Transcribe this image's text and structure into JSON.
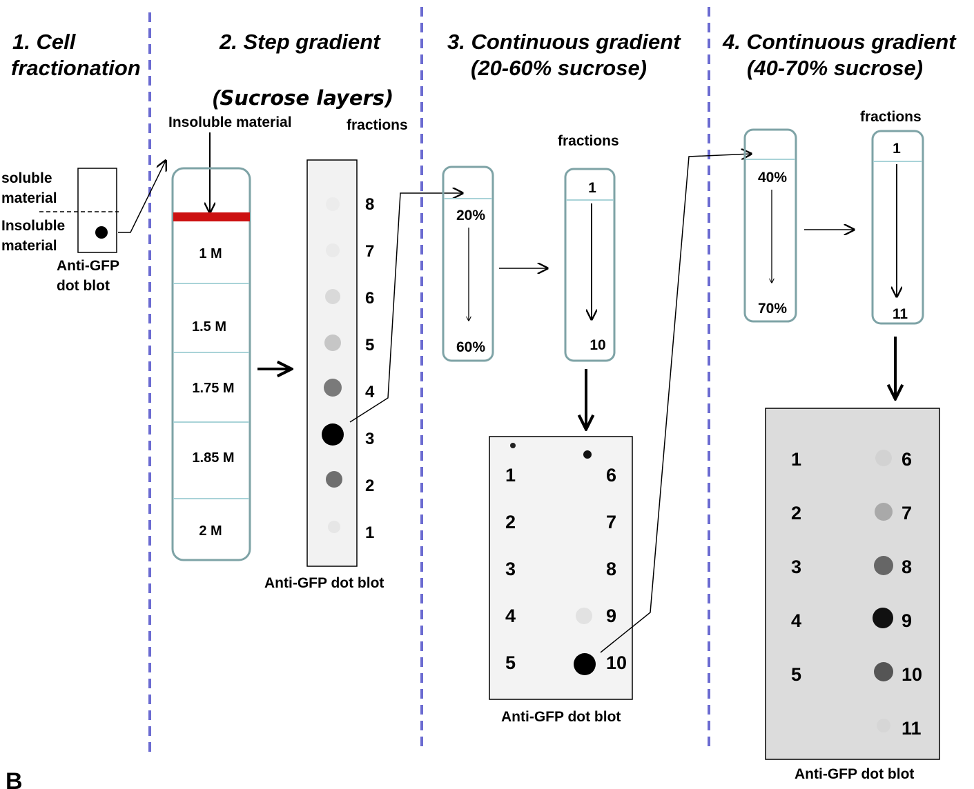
{
  "sections": [
    {
      "title_line1": "1.   Cell",
      "title_line2": "fractionation"
    },
    {
      "title_line1": "2. Step gradient",
      "subtitle_paren_open": "(",
      "subtitle_text": "Sucrose layers)"
    },
    {
      "title_line1": "3. Continuous   gradient",
      "title_line2": "(20-60% sucrose)"
    },
    {
      "title_line1": "4. Continuous   gradient",
      "title_line2": "(40-70% sucrose)"
    }
  ],
  "panel1": {
    "soluble_line1": "soluble",
    "soluble_line2": "material",
    "insoluble_line1": "Insoluble",
    "insoluble_line2": "material",
    "blot_line1": "Anti-GFP",
    "blot_line2": "dot blot"
  },
  "panel2": {
    "insoluble_label": "Insoluble material",
    "fractions_label": "fractions",
    "layers": [
      "1 M",
      "1.5 M",
      "1.75 M",
      "1.85 M",
      "2 M"
    ],
    "blot_fractions": [
      "8",
      "7",
      "6",
      "5",
      "4",
      "3",
      "2",
      "1"
    ],
    "blot_caption": "Anti-GFP dot blot",
    "band_color": "#cc1111"
  },
  "panel3": {
    "top_pct": "20%",
    "bottom_pct": "60%",
    "fractions_label": "fractions",
    "frac_top": "1",
    "frac_bottom": "10",
    "blot_left": [
      "1",
      "2",
      "3",
      "4",
      "5"
    ],
    "blot_right": [
      "6",
      "7",
      "8",
      "9",
      "10"
    ],
    "blot_caption": "Anti-GFP dot blot"
  },
  "panel4": {
    "top_pct": "40%",
    "bottom_pct": "70%",
    "fractions_label": "fractions",
    "frac_top": "1",
    "frac_bottom": "11",
    "blot_left": [
      "1",
      "2",
      "3",
      "4",
      "5"
    ],
    "blot_right": [
      "6",
      "7",
      "8",
      "9",
      "10",
      "11"
    ],
    "blot_caption": "Anti-GFP dot blot"
  },
  "panel_letter": "B",
  "colors": {
    "divider": "#6b6bd1",
    "tube": "#7ea3a6",
    "layer_line": "#a9d3d8"
  }
}
